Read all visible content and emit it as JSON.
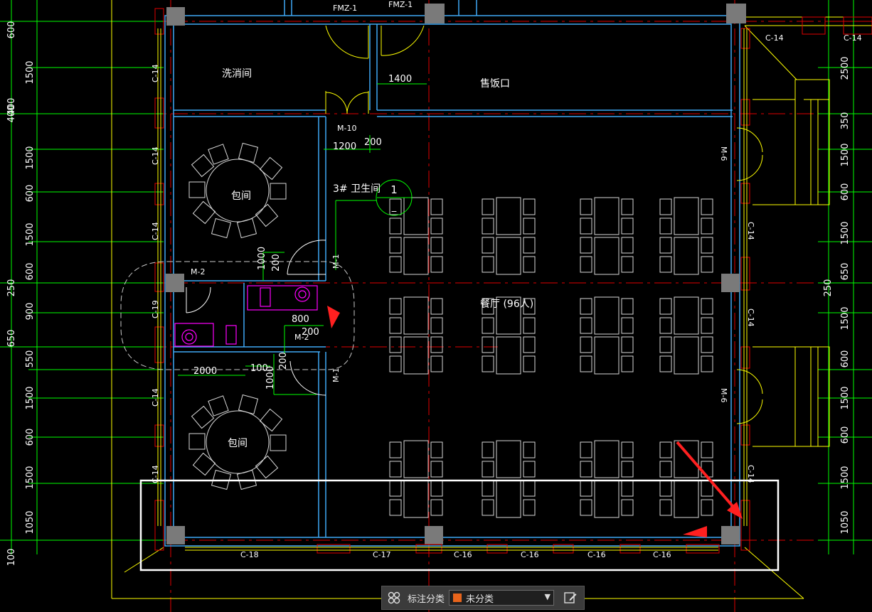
{
  "labels": {
    "rooms": {
      "wash": "洗消间",
      "serving": "售饭口",
      "private1": "包间",
      "private2": "包间",
      "toilet": "3# 卫生间",
      "dining": "餐厅 (96人)"
    },
    "doors": {
      "fmz1_a": "FMZ-1",
      "fmz1_b": "FMZ-1",
      "m10": "M-10",
      "m2_a": "M-2",
      "m2_b": "M-2",
      "m1_a": "M-1",
      "m1_b": "M-1",
      "m6_a": "M-6",
      "m6_b": "M-6"
    },
    "windows": {
      "c14_left_1": "C-14",
      "c14_left_2": "C-14",
      "c14_left_3": "C-14",
      "c19_left": "C-19",
      "c14_left_4": "C-14",
      "c14_left_5": "C-14",
      "c14_right_1": "C-14",
      "c14_right_2": "C-14",
      "c14_right_3": "C-14",
      "c14_top_1": "C-14",
      "c14_top_2": "C-14",
      "c18": "C-18",
      "c17": "C-17",
      "c16_1": "C-16",
      "c16_2": "C-16",
      "c16_3": "C-16",
      "c16_4": "C-16"
    },
    "dims_inner": {
      "d1400": "1400",
      "d1200": "1200",
      "d200a": "200",
      "d1000a": "1000",
      "d200b": "200",
      "d800": "800",
      "d200c": "200",
      "d2000": "2000",
      "d100": "100",
      "d200d": "200",
      "d1000b": "1000"
    },
    "axis_bubble": {
      "top": "1",
      "bottom": "_"
    }
  },
  "left_dims_outer": [
    "600",
    "400",
    "400",
    "250",
    "650",
    "100"
  ],
  "left_dims_inner": [
    "1500",
    "1500",
    "600",
    "1500",
    "600",
    "900",
    "550",
    "1500",
    "600",
    "1500",
    "1050"
  ],
  "right_dims_outer": [
    "250"
  ],
  "right_dims_inner": [
    "2500",
    "350",
    "1500",
    "600",
    "1500",
    "650",
    "1500",
    "600",
    "1500",
    "600",
    "1500",
    "1050"
  ],
  "toolbar": {
    "label": "标注分类",
    "select_value": "未分类",
    "select_color": "#e8641b"
  },
  "colors": {
    "background": "#000000",
    "wall_cyan": "#3fa9f5",
    "grid_red": "#e00000",
    "dim_green": "#00ff00",
    "stair_yellow": "#ffff00",
    "furniture_white": "#d8d8d8",
    "sanitary_magenta": "#ff00ff",
    "highlight_box": "#ffffff",
    "arrow_red": "#ff2020"
  }
}
